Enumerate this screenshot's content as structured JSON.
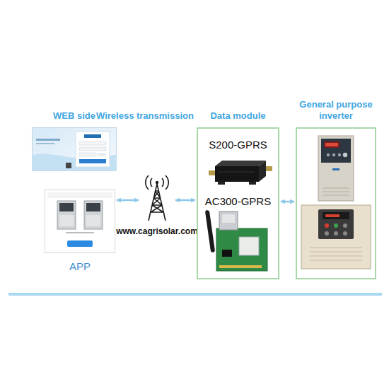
{
  "diagram": {
    "nodes": [
      {
        "text": [
          "WEB side"
        ]
      },
      {
        "text": [
          "APP"
        ]
      },
      {
        "text": [
          "www.cagrisolar.com"
        ]
      },
      {
        "text": [
          "Data module",
          "S200-GPRS",
          "AC300-GPRS"
        ]
      },
      {
        "text": [
          "General purpose inverter"
        ]
      }
    ],
    "edges": [
      {
        "from": 1,
        "to": 2,
        "arrow": "both"
      },
      {
        "from": 2,
        "to": 3,
        "arrow": "both"
      },
      {
        "from": 3,
        "to": 4,
        "arrow": "both"
      }
    ],
    "labels": [
      "Wireless transmission"
    ]
  }
}
